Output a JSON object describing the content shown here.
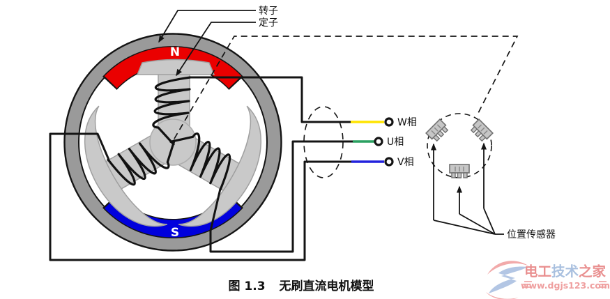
{
  "diagram": {
    "labels": {
      "rotor": "转子",
      "stator": "定子",
      "position_sensor": "位置传感器"
    },
    "magnets": {
      "north_letter": "N",
      "south_letter": "S",
      "north_color": "#ea0000",
      "south_color": "#0000dd"
    },
    "phases": [
      {
        "label": "W相",
        "wire_color": "#ffe400"
      },
      {
        "label": "U相",
        "wire_color": "#2aa061"
      },
      {
        "label": "V相",
        "wire_color": "#2222dd"
      }
    ],
    "colors": {
      "stator_ring_gray": "#9a9a9a",
      "rotor_body_gray": "#c9c9c9",
      "wire_black": "#141414"
    }
  },
  "caption": {
    "figure_no": "图 1.3",
    "title": "无刷直流电机模型"
  },
  "watermark": {
    "name_parts": [
      {
        "text": "电工",
        "color": "#e98f8f"
      },
      {
        "text": "技术",
        "color": "#a9c0df"
      },
      {
        "text": "之家",
        "color": "#e98f8f"
      }
    ],
    "url": "www.dgjs123.com",
    "url_color": "#ef9f9f"
  }
}
